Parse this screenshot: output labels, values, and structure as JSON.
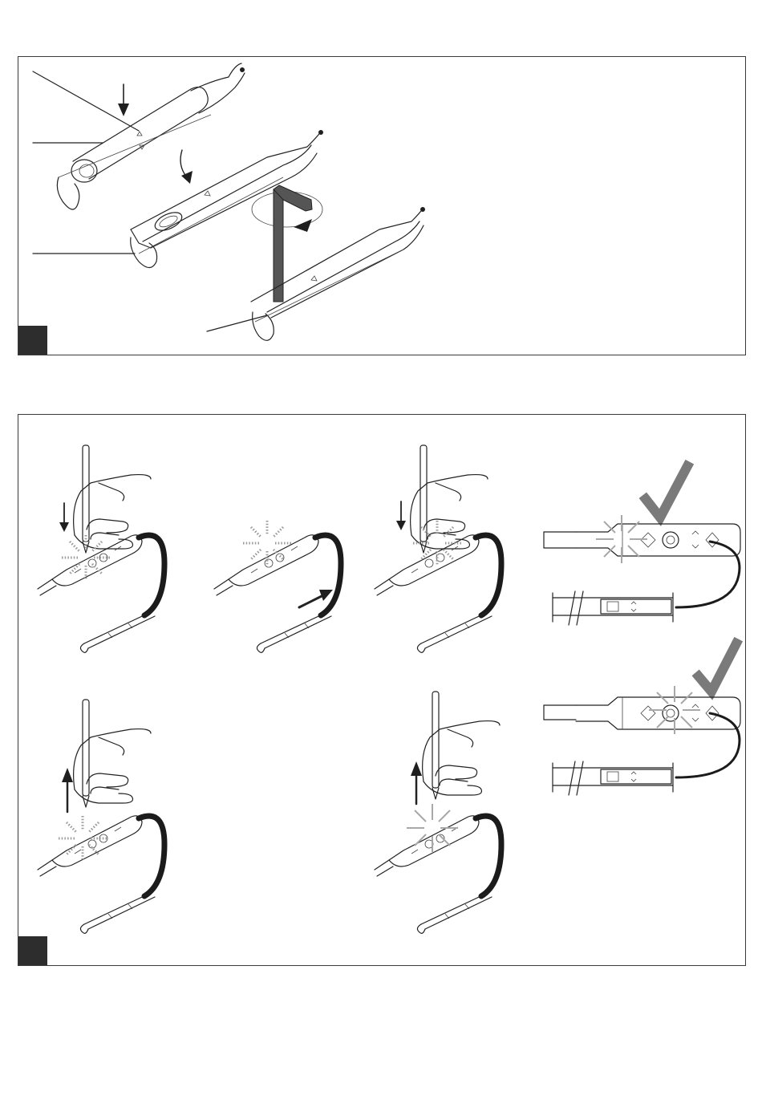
{
  "figure": {
    "panel_a": {
      "step_marker_color": "#2d2d2d",
      "objects": [
        "handle-tube",
        "hex-key",
        "rotation-arrow",
        "pointer-lines"
      ]
    },
    "panel_b": {
      "step_marker_color": "#2d2d2d",
      "steps": [
        "press-button",
        "slide-device",
        "press-button-again",
        "release-pencil",
        "release-pencil-final"
      ],
      "results": [
        "check-led-left",
        "check-led-right"
      ],
      "check_color": "#7a7a7a"
    }
  }
}
